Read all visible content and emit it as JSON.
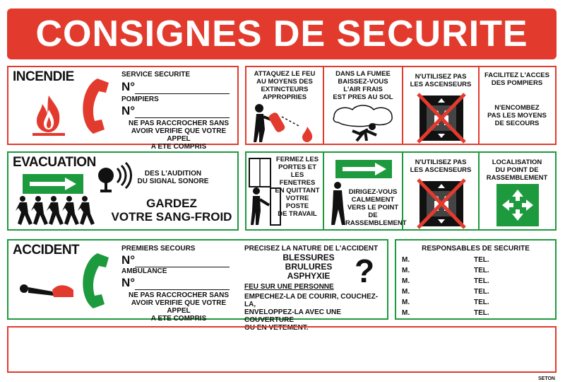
{
  "title": "CONSIGNES DE SECURITE",
  "incendie": {
    "heading": "INCENDIE",
    "service": "SERVICE SECURITE",
    "no1": "N°",
    "pompiers": "POMPIERS",
    "no2": "N°",
    "note": [
      "NE PAS RACCROCHER SANS",
      "AVOIR VERIFIE QUE VOTRE APPEL",
      "A ETE COMPRIS"
    ]
  },
  "fire_cells": [
    {
      "lines": [
        "ATTAQUEZ LE FEU",
        "AU MOYENS DES",
        "EXTINCTEURS",
        "APPROPRIES"
      ]
    },
    {
      "lines": [
        "DANS LA FUMEE",
        "BAISSEZ-VOUS",
        "L'AIR FRAIS",
        "EST PRES AU SOL"
      ]
    },
    {
      "lines": [
        "N'UTILISEZ PAS",
        "LES ASCENSEURS"
      ]
    },
    {
      "lines": [
        "FACILITEZ L'ACCES",
        "DES POMPIERS"
      ],
      "lines2": [
        "N'ENCOMBEZ",
        "PAS LES MOYENS",
        "DE SECOURS"
      ]
    }
  ],
  "evacuation": {
    "heading": "EVACUATION",
    "text": [
      "DES L'AUDITION",
      "DU SIGNAL SONORE"
    ],
    "big": [
      "GARDEZ",
      "VOTRE SANG-FROID"
    ]
  },
  "evac_cells": [
    {
      "lines": [
        "FERMEZ LES",
        "PORTES ET",
        "LES FENETRES",
        "EN QUITTANT",
        "VOTRE POSTE",
        "DE TRAVAIL"
      ]
    },
    {
      "lines": [
        "DIRIGEZ-VOUS",
        "CALMEMENT",
        "VERS LE POINT DE",
        "RASSEMBLEMENT"
      ]
    },
    {
      "lines": [
        "N'UTILISEZ PAS",
        "LES ASCENSEURS"
      ]
    },
    {
      "lines": [
        "LOCALISATION",
        "DU POINT DE",
        "RASSEMBLEMENT"
      ]
    }
  ],
  "accident": {
    "heading": "ACCIDENT",
    "premiers": "PREMIERS SECOURS",
    "no1": "N°",
    "ambulance": "AMBULANCE",
    "no2": "N°",
    "note": [
      "NE PAS RACCROCHER SANS",
      "AVOIR VERIFIE QUE VOTRE APPEL",
      "A ETE COMPRIS"
    ],
    "nature": "PRECISEZ LA NATURE DE L'ACCIDENT",
    "list": [
      "BLESSURES",
      "BRULURES",
      "ASPHYXIE"
    ],
    "feu": "FEU SUR UNE PERSONNE",
    "advice": [
      "EMPECHEZ-LA DE COURIR, COUCHEZ-LA,",
      "ENVELOPPEZ-LA AVEC UNE COUVERTURE",
      "OU EN VETEMENT."
    ],
    "question": "?"
  },
  "responsables": {
    "title": "RESPONSABLES DE SECURITE",
    "m": "M.",
    "tel": "TEL.",
    "rows": 6
  },
  "brand": "SETON",
  "colors": {
    "red": "#e23b2e",
    "green": "#1d9a3e"
  }
}
